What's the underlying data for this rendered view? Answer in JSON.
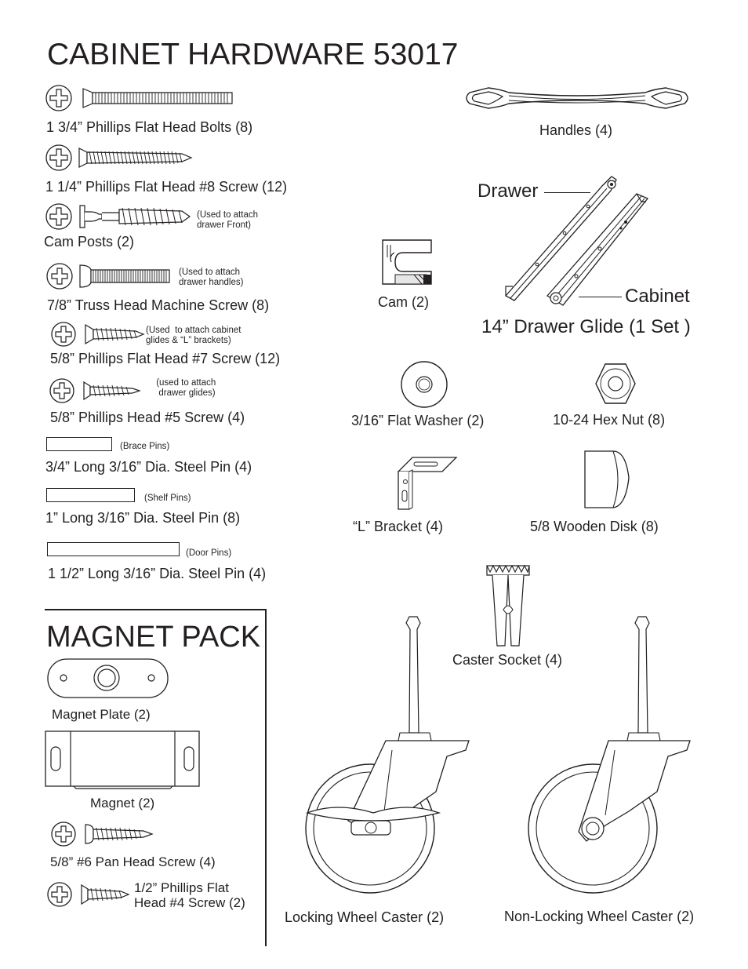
{
  "title": "CABINET HARDWARE 53017",
  "left_items": [
    {
      "label": "1 3/4” Phillips Flat Head Bolts (8)",
      "note": ""
    },
    {
      "label": "1 1/4” Phillips Flat Head #8 Screw (12)",
      "note": ""
    },
    {
      "label": "Cam Posts (2)",
      "note": "(Used to attach\ndrawer Front)"
    },
    {
      "label": "7/8” Truss Head Machine Screw (8)",
      "note": "(Used to attach\ndrawer handles)"
    },
    {
      "label": "5/8” Phillips Flat Head #7 Screw (12)",
      "note": "(Used  to attach cabinet\nglides & “L” brackets)"
    },
    {
      "label": "5/8” Phillips Head #5 Screw (4)",
      "note": " (used to attach\n  drawer glides)"
    },
    {
      "label": "3/4” Long 3/16” Dia. Steel Pin (4)",
      "note": "(Brace Pins)"
    },
    {
      "label": "1” Long 3/16” Dia. Steel Pin (8)",
      "note": "(Shelf Pins)"
    },
    {
      "label": "1 1/2” Long 3/16” Dia. Steel Pin (4)",
      "note": "(Door Pins)"
    }
  ],
  "right_items": {
    "handles": "Handles (4)",
    "glide_drawer": "Drawer",
    "glide_cabinet": "Cabinet",
    "glide_title": "14” Drawer Glide (1 Set )",
    "cam": "Cam (2)",
    "washer": "3/16” Flat Washer (2)",
    "hex_nut": "10-24 Hex Nut (8)",
    "l_bracket": "“L” Bracket (4)",
    "wooden_disk": "5/8 Wooden Disk (8)",
    "caster_socket": "Caster Socket (4)",
    "locking_caster": "Locking Wheel Caster (2)",
    "nonlocking_caster": "Non-Locking Wheel Caster (2)"
  },
  "magnet_pack": {
    "title": "MAGNET PACK",
    "magnet_plate": "Magnet Plate (2)",
    "magnet": "Magnet (2)",
    "pan_screw": "5/8” #6 Pan Head Screw (4)",
    "flat_screw": "1/2” Phillips Flat\nHead #4 Screw (2)"
  }
}
